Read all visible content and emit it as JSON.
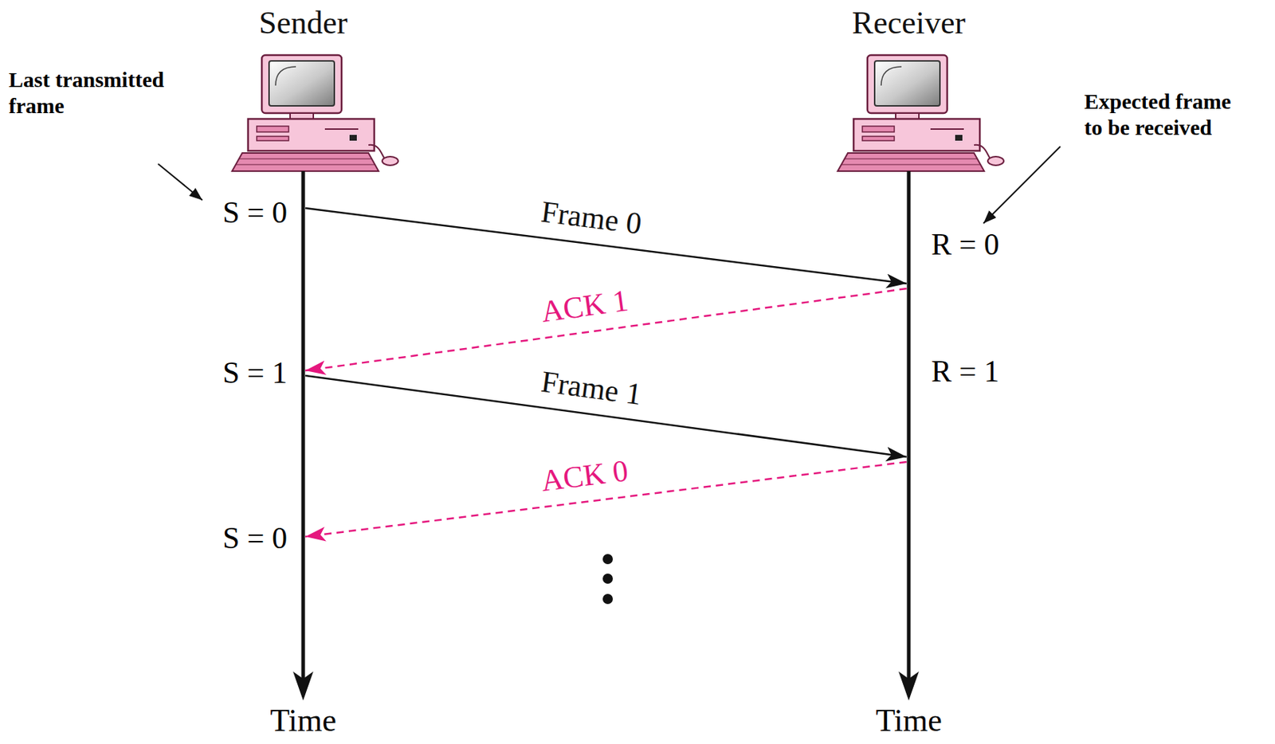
{
  "diagram": {
    "nodes": [
      {
        "text": [
          "Sender"
        ]
      },
      {
        "text": [
          "Receiver"
        ]
      }
    ],
    "edges": [
      {
        "from": 0,
        "to": 1,
        "label": "Frame 0",
        "arrow": "to"
      },
      {
        "from": 1,
        "to": 0,
        "label": "ACK 1",
        "arrow": "to"
      },
      {
        "from": 0,
        "to": 1,
        "label": "Frame 1",
        "arrow": "to"
      },
      {
        "from": 1,
        "to": 0,
        "label": "ACK 0",
        "arrow": "to"
      }
    ],
    "labels": [
      "Last transmitted frame",
      "Expected frame to be received",
      "S = 0",
      "R = 0",
      "S = 1",
      "R = 1",
      "S = 0",
      "Time",
      "Time"
    ]
  }
}
